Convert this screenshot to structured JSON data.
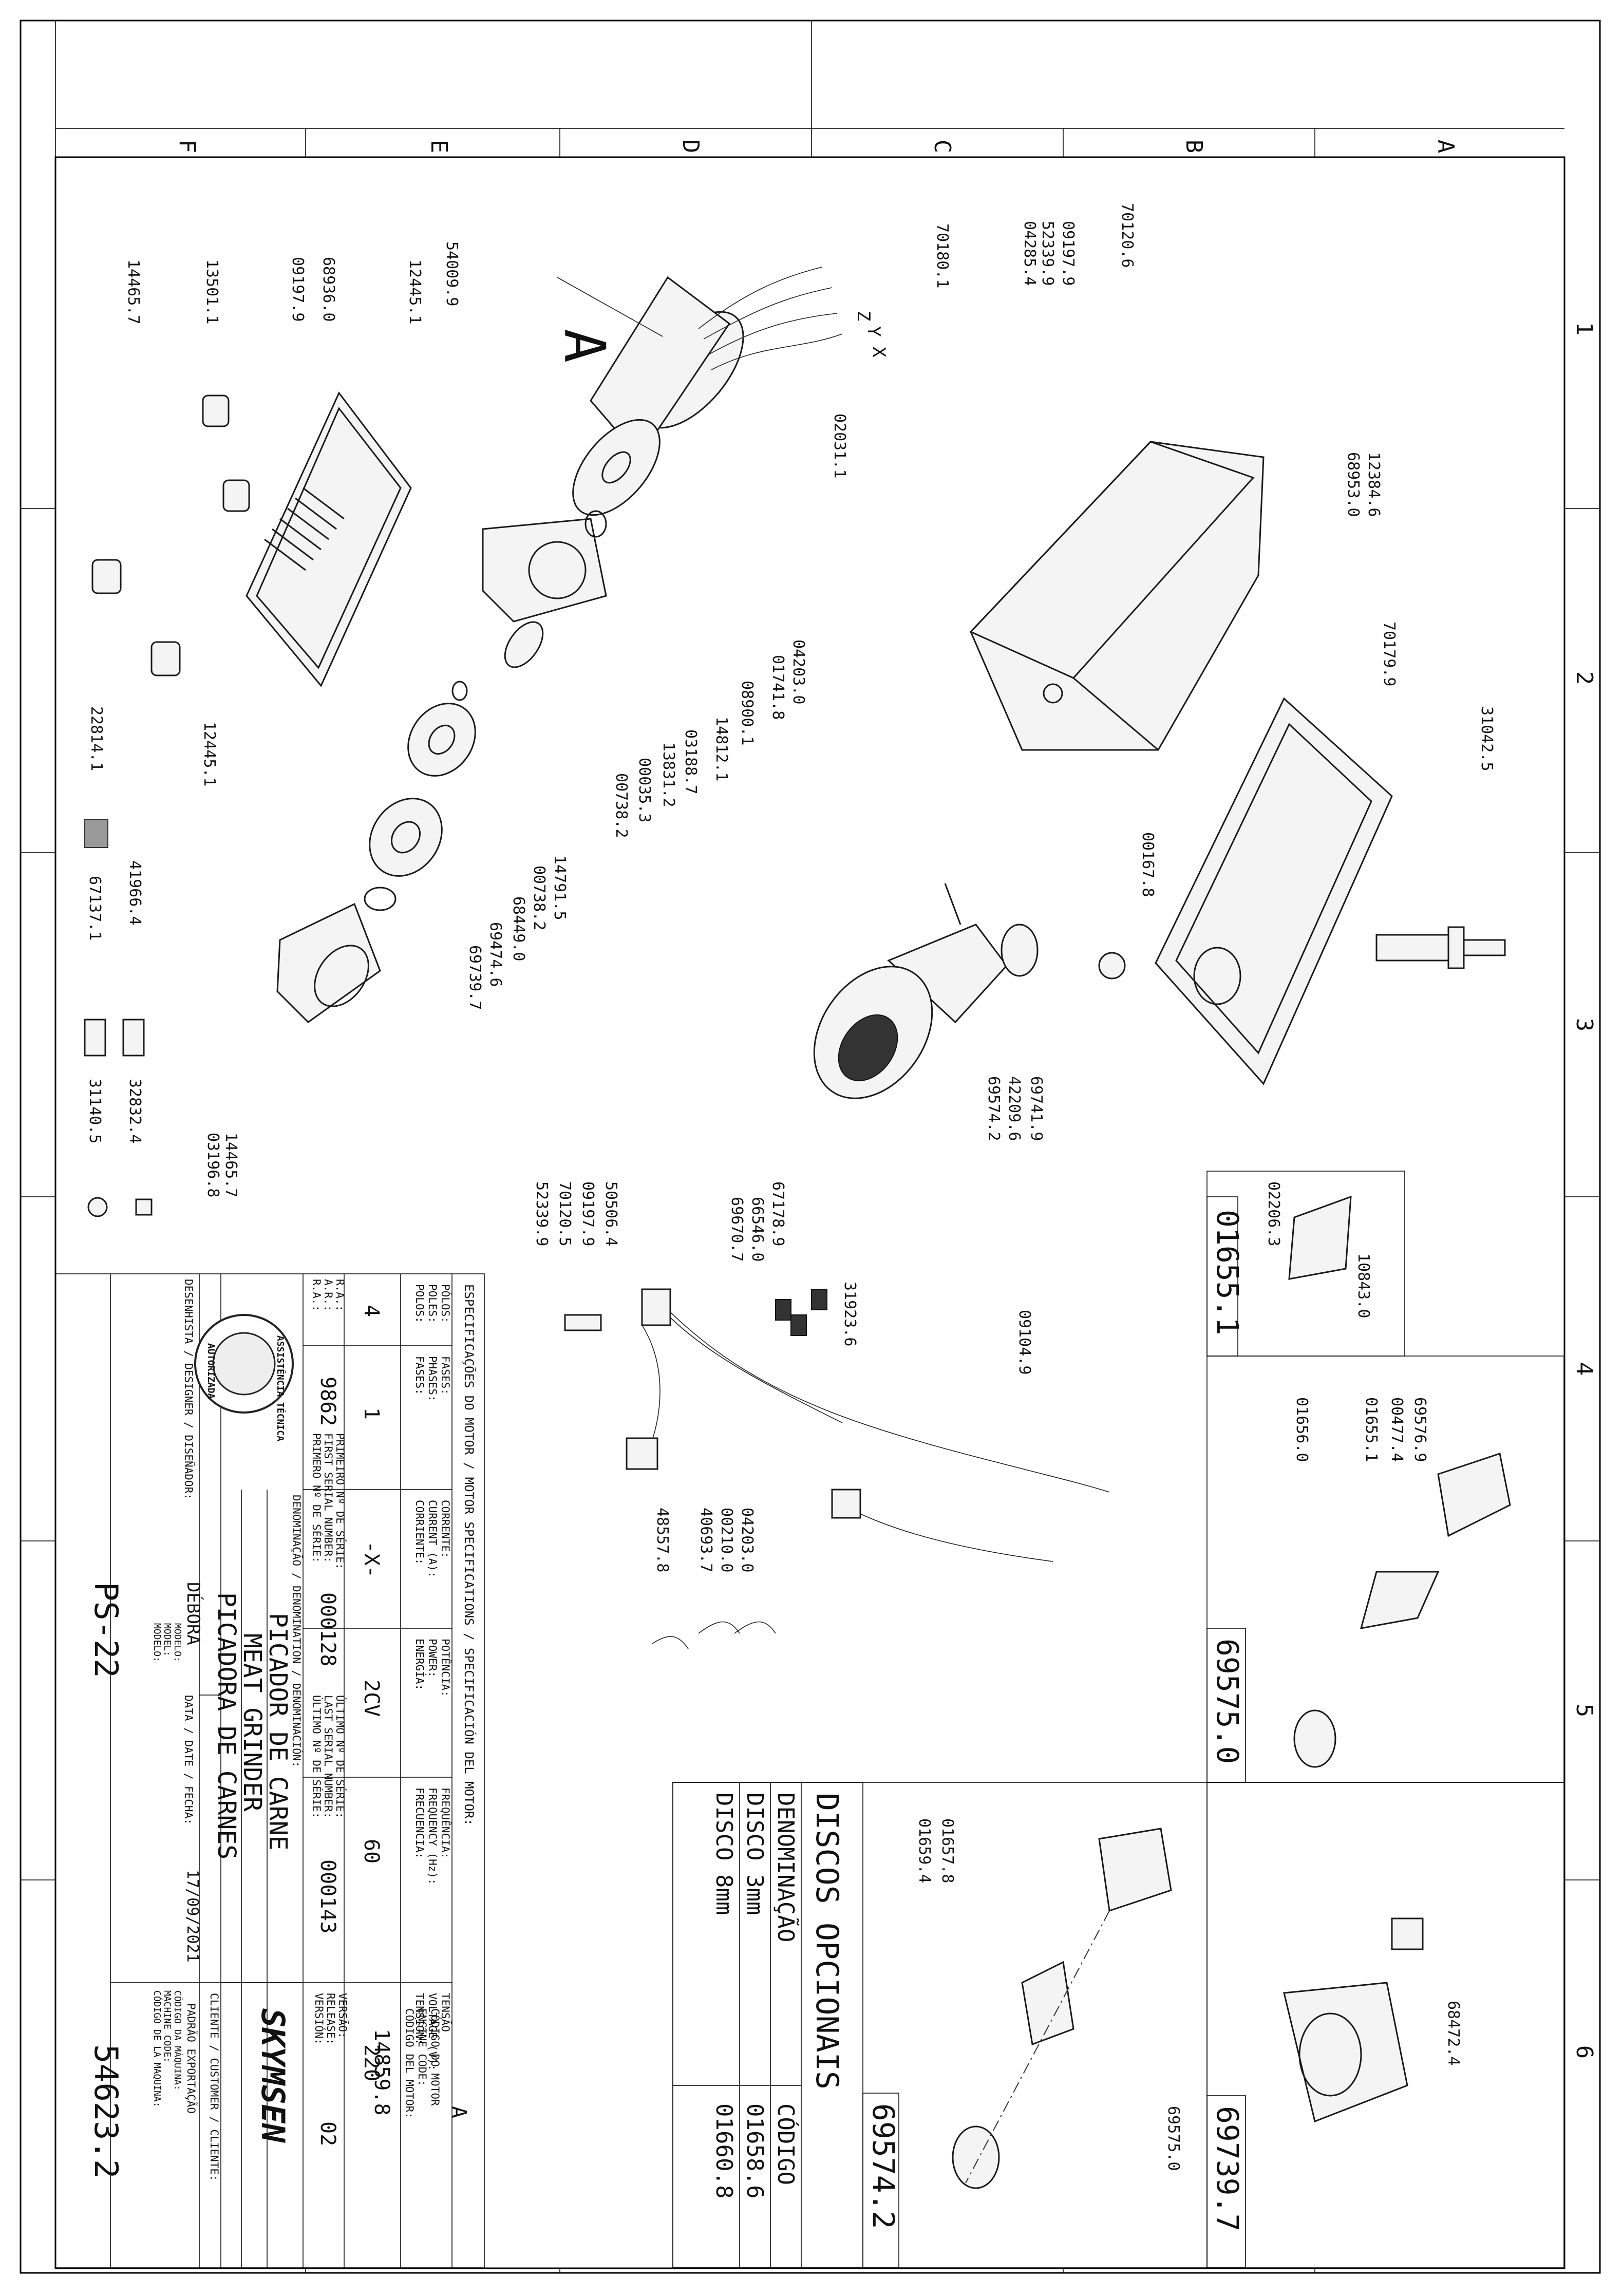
{
  "zones": {
    "columns": [
      "F",
      "E",
      "D",
      "C",
      "B",
      "A"
    ],
    "rows": [
      "1",
      "2",
      "3",
      "4",
      "5",
      "6"
    ]
  },
  "view_label": "A",
  "wire_labels": [
    "Z",
    "Y",
    "X"
  ],
  "part_numbers": {
    "p54009_9": "54009.9",
    "p12445_1": "12445.1",
    "p09197_9_top": "09197.9",
    "p68936_0": "68936.0",
    "p13501_1": "13501.1",
    "p14465_7_top": "14465.7",
    "p12445_1_b": "12445.1",
    "p22814_1": "22814.1",
    "p41966_4": "41966.4",
    "p67137_1": "67137.1",
    "p32832_4": "32832.4",
    "p31140_5": "31140.5",
    "p14465_7_b": "14465.7",
    "p03196_8": "03196.8",
    "p02031_1": "02031.1",
    "p04203_0": "04203.0",
    "p01741_8": "01741.8",
    "p08900_1": "08900.1",
    "p14812_1": "14812.1",
    "p03188_7": "03188.7",
    "p13831_2": "13831.2",
    "p00035_3": "00035.3",
    "p00738_2_a": "00738.2",
    "p14791_5": "14791.5",
    "p00738_2_b": "00738.2",
    "p68449_0": "68449.0",
    "p69474_6": "69474.6",
    "p69739_7": "69739.7",
    "p70180_1": "70180.1",
    "p04285_4": "04285.4",
    "p52339_9_top": "52339.9",
    "p09197_9_b": "09197.9",
    "p70120_6": "70120.6",
    "p12384_6": "12384.6",
    "p68953_0": "68953.0",
    "p70179_9": "70179.9",
    "p31042_5": "31042.5",
    "p00167_8": "00167.8",
    "p69741_9": "69741.9",
    "p42209_6": "42209.6",
    "p69574_2": "69574.2",
    "p52339_9_w": "52339.9",
    "p70120_5": "70120.5",
    "p09197_9_w": "09197.9",
    "p50506_4": "50506.4",
    "p67178_9": "67178.9",
    "p66546_0": "66546.0",
    "p69670_7": "69670.7",
    "p31923_6": "31923.6",
    "p09104_9": "09104.9",
    "p04203_0_w": "04203.0",
    "p00210_0": "00210.0",
    "p40693_7": "40693.7",
    "p48557_8": "48557.8",
    "p02206_3": "02206.3",
    "p10843_0": "10843.0",
    "p01655_1_box": "01655.1",
    "p69576_9": "69576.9",
    "p00477_4": "00477.4",
    "p01655_1": "01655.1",
    "p01656_0": "01656.0",
    "p69575_0_box": "69575.0",
    "p68472_4": "68472.4",
    "p69739_7_box": "69739.7",
    "p01657_8": "01657.8",
    "p01659_4": "01659.4",
    "p69575_0": "69575.0",
    "p69574_2_box": "69574.2"
  },
  "discos": {
    "title": "DISCOS OPCIONAIS",
    "header_name": "DENOMINAÇÃO",
    "header_code": "CÓDIGO",
    "rows": [
      {
        "name": "DISCO 3mm",
        "code": "01658.6"
      },
      {
        "name": "DISCO 8mm",
        "code": "01660.8"
      }
    ]
  },
  "motor": {
    "title": "ESPECIFICAÇÕES DO MOTOR / MOTOR SPECIFICATIONS / SPECIFICACIÓN DEL MOTOR:",
    "labels": [
      [
        "PÓLOS:",
        "POLES:",
        "POLOS:"
      ],
      [
        "FASES:",
        "PHASES:",
        "FASES:"
      ],
      [
        "CORRENTE:",
        "CURRENT (A):",
        "CORRIENTE:"
      ],
      [
        "POTÊNCIA:",
        "POWER:",
        "ENERGÍA:"
      ],
      [
        "FREQUÊNCIA:",
        "FREQUENCY (Hz):",
        "FRECUENCIA:"
      ],
      [
        "TENSÃO",
        "VOLTAGE (V):",
        "TENSIÓN:"
      ]
    ],
    "values": [
      "4",
      "1",
      "-X-",
      "2CV",
      "60",
      "220"
    ]
  },
  "serials": {
    "ra_labels": [
      "R.A.:",
      "A.R.:",
      "R.A.:"
    ],
    "ra_value": "9862",
    "first_labels": [
      "PRIMEIRO Nº DE SÉRIE:",
      "FIRST SERIAL NUMBER:",
      "PRIMERO Nº DE SÉRIE:"
    ],
    "first_value": "000128",
    "last_labels": [
      "ÚLTIMO Nº DE SÉRIE:",
      "LAST SERIAL NUMBER:",
      "ÚLTIMO Nº DE SÉRIE:"
    ],
    "last_value": "000143",
    "engine_labels": [
      "CÓDIGO DO MOTOR",
      "ENGINE CODE:",
      "CÓDIGO DEL MOTOR:"
    ],
    "engine_value": "14859.8",
    "engine_top": "A",
    "version_labels": [
      "VERSÃO:",
      "RELEASE:",
      "VERSIÓN:"
    ],
    "version_value": "02"
  },
  "names": {
    "denomination_label": "DENOMINAÇÃO / DENOMINATION / DENOMINACIÓN:",
    "pt": "PICADOR DE CARNE",
    "en": "MEAT GRINDER",
    "es": "PICADORA DE CARNES"
  },
  "designer": {
    "label": "DESENHISTA / DESIGNER / DISEÑADOR:",
    "name": "DÉBORA",
    "date_label": "DATA / DATE / FECHA:",
    "date": "17/09/2021"
  },
  "client": {
    "label": "CLIENTE / CUSTOMER / CLIENTE:",
    "export": "PADRÃO EXPORTAÇÃO",
    "brand": "SKYMSEN"
  },
  "model": {
    "labels": [
      "MODELO:",
      "MODEL:",
      "MODELO:"
    ],
    "value": "PS-22"
  },
  "machine": {
    "labels": [
      "CÓDIGO DA MÁQUINA:",
      "MACHINE CODE:",
      "CÓDIGO DE LA MAQUINA:"
    ],
    "value": "54623.2"
  },
  "seal": {
    "top": "ASSISTÊNCIA TÉCNICA",
    "bottom": "AUTORIZADA"
  },
  "colors": {
    "line": "#1a1a1a",
    "paper": "#ffffff"
  }
}
